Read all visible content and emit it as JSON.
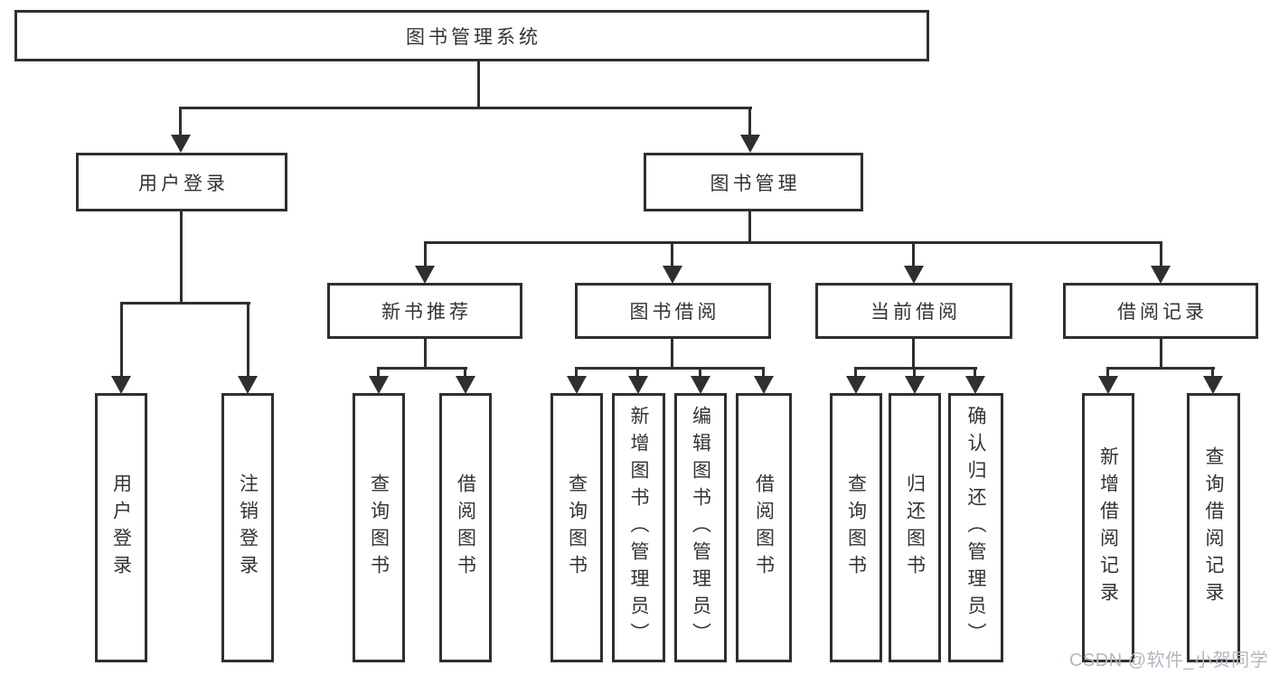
{
  "diagram": {
    "type": "tree",
    "title": "图书管理系统",
    "watermark": "CSDN @软件_小贺同学",
    "colors": {
      "line": "#2f2f2f",
      "text": "#333333",
      "background": "#ffffff",
      "watermark": "#b2b7bf"
    },
    "nodes": {
      "root": {
        "label": "图书管理系统",
        "level": 0,
        "parent": null
      },
      "user_login": {
        "label": "用户登录",
        "level": 1,
        "parent": "root"
      },
      "book_mgmt": {
        "label": "图书管理",
        "level": 1,
        "parent": "root"
      },
      "new_book_rec": {
        "label": "新书推荐",
        "level": 2,
        "parent": "book_mgmt"
      },
      "book_borrow": {
        "label": "图书借阅",
        "level": 2,
        "parent": "book_mgmt"
      },
      "current_borrow": {
        "label": "当前借阅",
        "level": 2,
        "parent": "book_mgmt"
      },
      "borrow_records": {
        "label": "借阅记录",
        "level": 2,
        "parent": "book_mgmt"
      },
      "login": {
        "label": "用户登录",
        "level": 3,
        "parent": "user_login"
      },
      "logout": {
        "label": "注销登录",
        "level": 3,
        "parent": "user_login"
      },
      "rec_query": {
        "label": "查询图书",
        "level": 3,
        "parent": "new_book_rec"
      },
      "rec_borrow": {
        "label": "借阅图书",
        "level": 3,
        "parent": "new_book_rec"
      },
      "bb_query": {
        "label": "查询图书",
        "level": 3,
        "parent": "book_borrow"
      },
      "bb_add": {
        "label": "新增图书（管理员）",
        "level": 3,
        "parent": "book_borrow"
      },
      "bb_edit": {
        "label": "编辑图书（管理员）",
        "level": 3,
        "parent": "book_borrow"
      },
      "bb_borrow": {
        "label": "借阅图书",
        "level": 3,
        "parent": "book_borrow"
      },
      "cb_query": {
        "label": "查询图书",
        "level": 3,
        "parent": "current_borrow"
      },
      "cb_return": {
        "label": "归还图书",
        "level": 3,
        "parent": "current_borrow"
      },
      "cb_confirm": {
        "label": "确认归还（管理员）",
        "level": 3,
        "parent": "current_borrow"
      },
      "br_add": {
        "label": "新增借阅记录",
        "level": 3,
        "parent": "borrow_records"
      },
      "br_query": {
        "label": "查询借阅记录",
        "level": 3,
        "parent": "borrow_records"
      }
    }
  }
}
